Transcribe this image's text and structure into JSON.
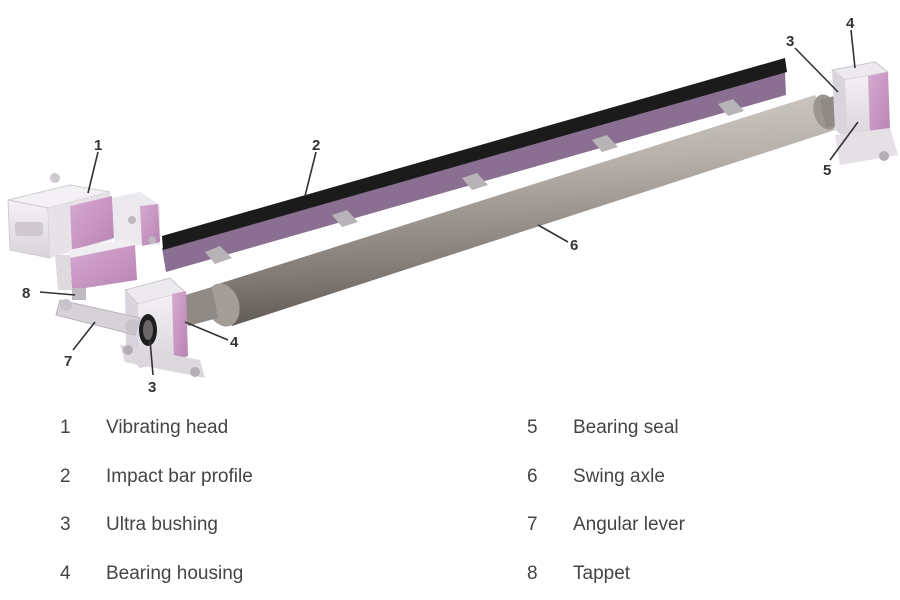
{
  "diagram": {
    "subject": "Swing axle assembly with vibrating head and impact bar",
    "callouts": [
      {
        "id": "c1",
        "number": "1"
      },
      {
        "id": "c2",
        "number": "2"
      },
      {
        "id": "c3a",
        "number": "3"
      },
      {
        "id": "c3b",
        "number": "3"
      },
      {
        "id": "c4a",
        "number": "4"
      },
      {
        "id": "c4b",
        "number": "4"
      },
      {
        "id": "c5",
        "number": "5"
      },
      {
        "id": "c6",
        "number": "6"
      },
      {
        "id": "c7",
        "number": "7"
      },
      {
        "id": "c8",
        "number": "8"
      }
    ],
    "colors": {
      "housing": "#e9e6ea",
      "pink_panel": "#c99ac4",
      "impact_bar": "#1c1c1c",
      "impact_bar_profile": "#8a6f90",
      "axle": "#9a9490",
      "axle_highlight": "#c8c3bc"
    }
  },
  "legend": {
    "left": [
      {
        "number": "1",
        "label": "Vibrating head"
      },
      {
        "number": "2",
        "label": "Impact bar profile"
      },
      {
        "number": "3",
        "label": "Ultra bushing"
      },
      {
        "number": "4",
        "label": "Bearing housing"
      }
    ],
    "right": [
      {
        "number": "5",
        "label": "Bearing seal"
      },
      {
        "number": "6",
        "label": "Swing axle"
      },
      {
        "number": "7",
        "label": "Angular lever"
      },
      {
        "number": "8",
        "label": "Tappet"
      }
    ]
  }
}
